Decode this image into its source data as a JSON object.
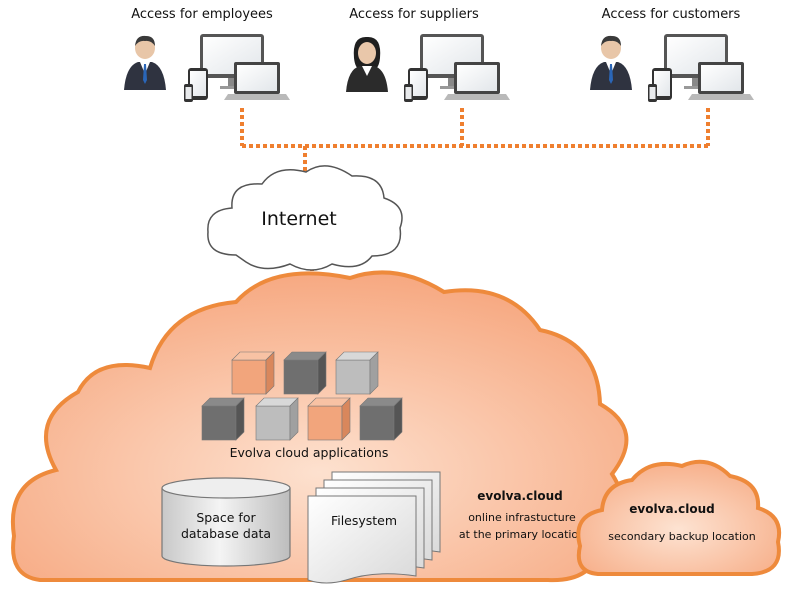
{
  "access_groups": [
    {
      "label": "Access for employees",
      "person": "businessman"
    },
    {
      "label": "Access for suppliers",
      "person": "businesswoman"
    },
    {
      "label": "Access for customers",
      "person": "businessman"
    }
  ],
  "internet": {
    "label": "Internet"
  },
  "main_cloud": {
    "apps_label": "Evolva cloud applications",
    "database_label_1": "Space for",
    "database_label_2": "database data",
    "filesystem_label": "Filesystem",
    "brand": "evolva.cloud",
    "description_1": "online infrastucture",
    "description_2": "at the primary location"
  },
  "backup_cloud": {
    "brand": "evolva.cloud",
    "description": "secondary backup location"
  },
  "colors": {
    "connector": "#ef7f2f",
    "cloud_fill": "#f8b38f",
    "cloud_stroke": "#ee8a3c",
    "cube_orange": "#f2a57c",
    "cube_dark": "#6f6f6f",
    "cube_light": "#bdbdbd"
  },
  "app_cubes": [
    "orange",
    "dark",
    "light",
    "dark",
    "light",
    "orange",
    "dark"
  ]
}
